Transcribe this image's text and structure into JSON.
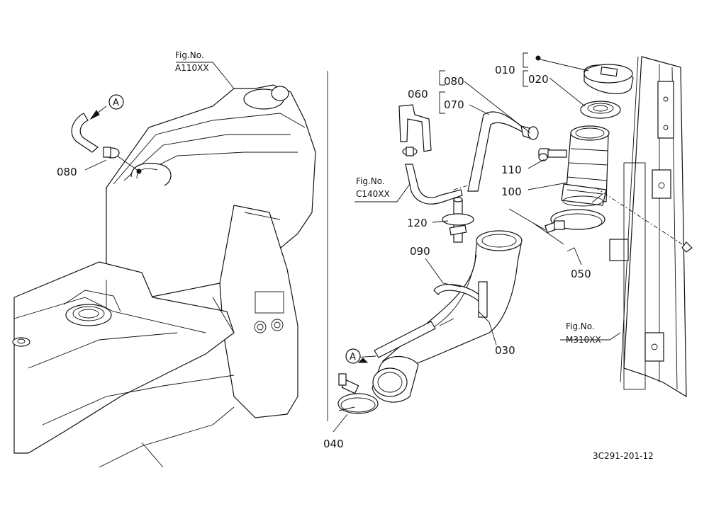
{
  "figure_refs": [
    {
      "line1": "Fig.No.",
      "line2": "A110XX"
    },
    {
      "line1": "Fig.No.",
      "line2": "C140XX"
    },
    {
      "line1": "Fig.No.",
      "line2": "M310XX"
    }
  ],
  "callouts": [
    "080",
    "080",
    "070",
    "060",
    "010",
    "020",
    "110",
    "100",
    "120",
    "090",
    "050",
    "030",
    "040"
  ],
  "connection_marker": "A",
  "drawing_number": "3C291-201-12"
}
